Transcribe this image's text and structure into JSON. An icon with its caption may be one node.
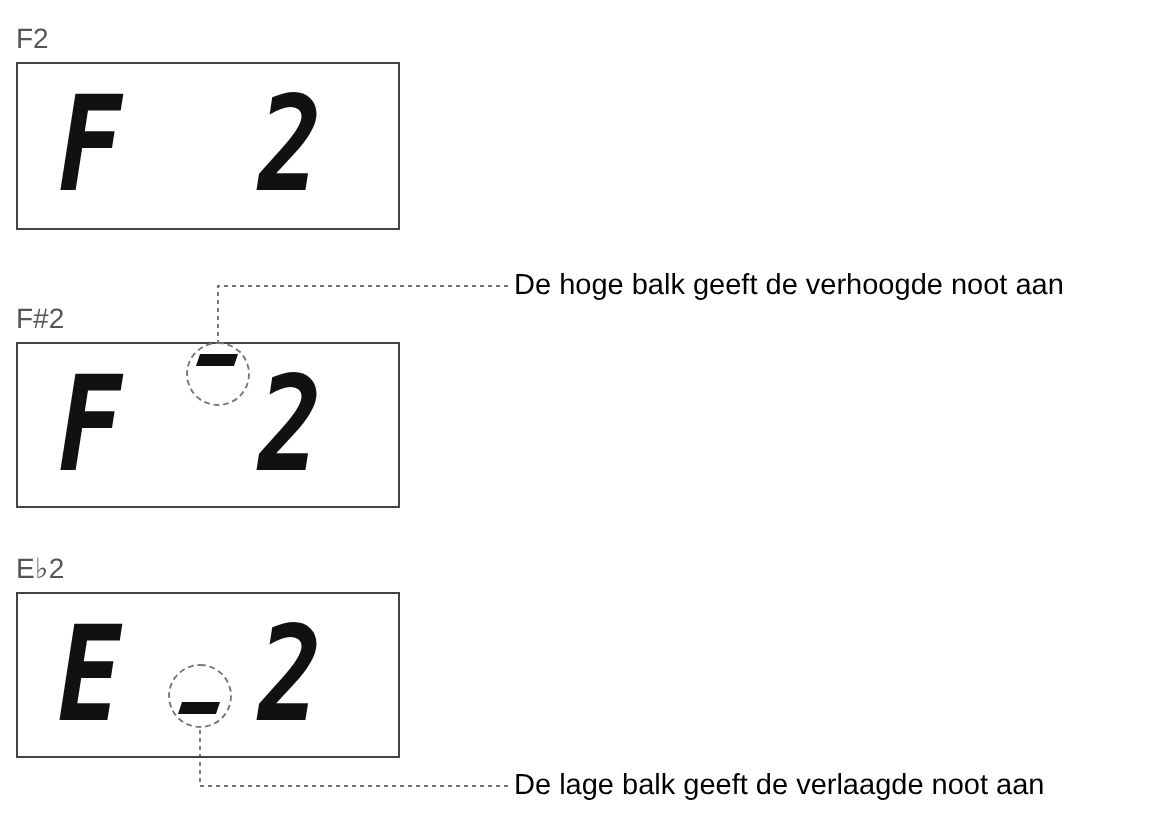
{
  "diagram": {
    "nodes": [
      {
        "text": [
          "F2",
          "F",
          "2"
        ]
      },
      {
        "text": [
          "F#2",
          "F",
          "2"
        ]
      },
      {
        "text": [],
        "shape": "circle",
        "in": 1
      },
      {
        "text": [
          "De hoge balk geeft de verhoogde noot aan"
        ]
      },
      {
        "text": [
          "E♭2",
          "E",
          "2"
        ]
      },
      {
        "text": [],
        "shape": "circle",
        "in": 4
      },
      {
        "text": [
          "De lage balk geeft de verlaagde noot aan"
        ]
      }
    ],
    "edges": [
      {
        "from": 3,
        "to": 2,
        "arrow": "none",
        "style": "dashed"
      },
      {
        "from": 6,
        "to": 5,
        "arrow": "none",
        "style": "dashed"
      }
    ]
  }
}
